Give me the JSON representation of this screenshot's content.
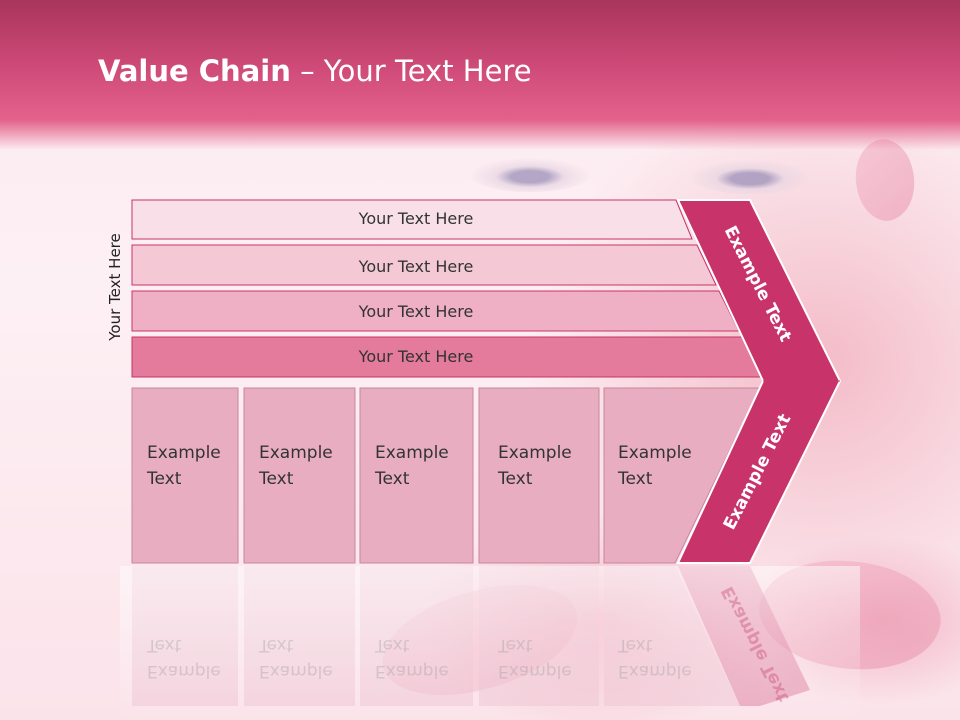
{
  "title": {
    "bold": "Value Chain",
    "rest": " – Your Text Here"
  },
  "side_label": "Your Text Here",
  "bands": [
    {
      "label": "Your Text Here"
    },
    {
      "label": "Your Text Here"
    },
    {
      "label": "Your Text Here"
    },
    {
      "label": "Your Text Here"
    }
  ],
  "columns": [
    {
      "line1": "Example",
      "line2": "Text"
    },
    {
      "line1": "Example",
      "line2": "Text"
    },
    {
      "line1": "Example",
      "line2": "Text"
    },
    {
      "line1": "Example",
      "line2": "Text"
    },
    {
      "line1": "Example",
      "line2": "Text"
    }
  ],
  "chevron": {
    "upper_label": "Example Text",
    "lower_label": "Example Text"
  },
  "colors": {
    "header": "#cf4a78",
    "band1": "#f9dfe7",
    "band2": "#f5c8d6",
    "band3": "#efb0c5",
    "band4": "#e47a9c",
    "column": "#e9adc2",
    "chevron": "#c8336a"
  }
}
